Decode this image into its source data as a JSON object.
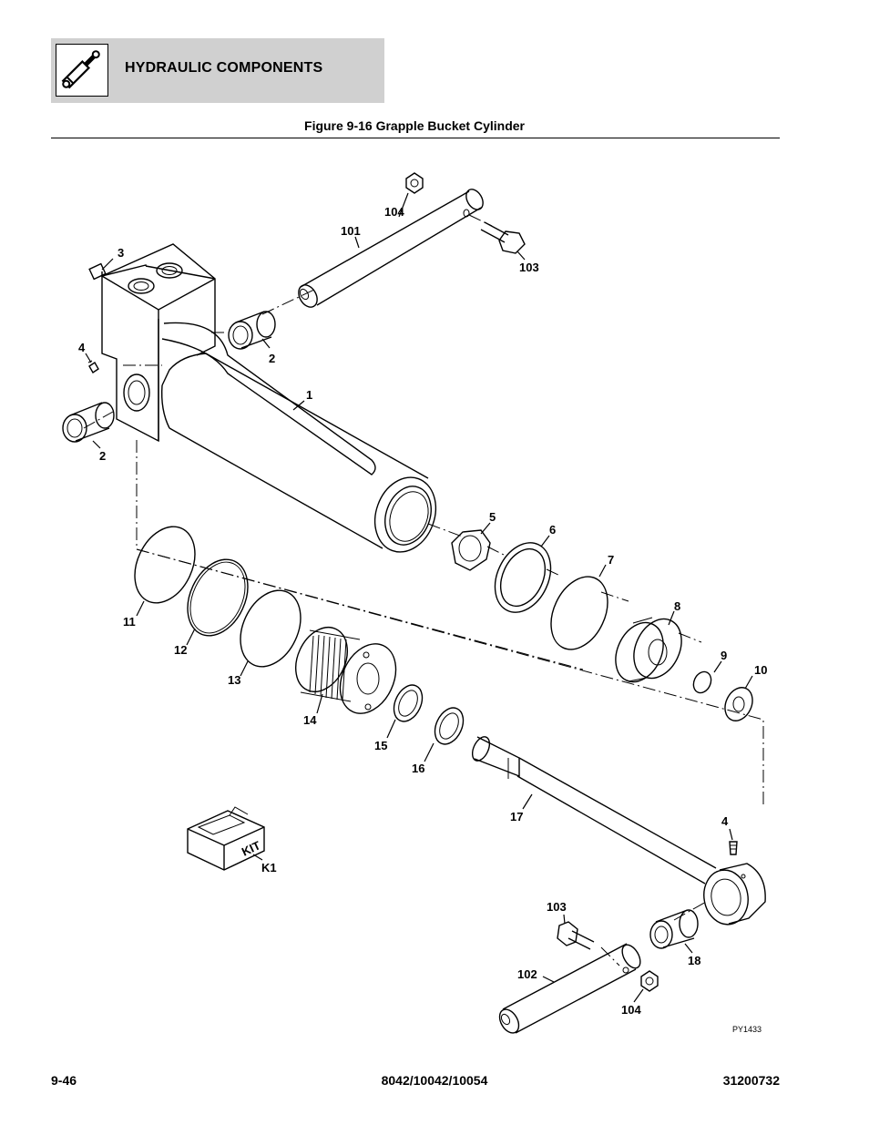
{
  "header": {
    "section_title": "HYDRAULIC COMPONENTS",
    "icon": "hydraulic-cylinder-icon",
    "band_color": "#d0d0d0"
  },
  "figure": {
    "title": "Figure 9-16 Grapple Bucket Cylinder",
    "drawing_id": "PY1433",
    "kit_label": "KIT",
    "callouts": {
      "c1": "1",
      "c2a": "2",
      "c2b": "2",
      "c3": "3",
      "c4a": "4",
      "c4b": "4",
      "c5": "5",
      "c6": "6",
      "c7": "7",
      "c8": "8",
      "c9": "9",
      "c10": "10",
      "c11": "11",
      "c12": "12",
      "c13": "13",
      "c14": "14",
      "c15": "15",
      "c16": "16",
      "c17": "17",
      "c18": "18",
      "c101": "101",
      "c102": "102",
      "c103a": "103",
      "c103b": "103",
      "c104a": "104",
      "c104b": "104",
      "k1": "K1"
    }
  },
  "footer": {
    "page_number": "9-46",
    "models": "8042/10042/10054",
    "manual_number": "31200732"
  }
}
